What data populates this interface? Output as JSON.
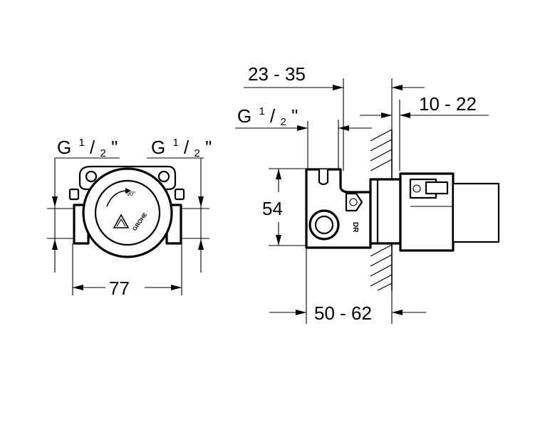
{
  "front_view": {
    "thread_left": {
      "main": "G",
      "num": "1",
      "sep": "/",
      "den": "2",
      "unit": "\""
    },
    "thread_right": {
      "main": "G",
      "num": "1",
      "sep": "/",
      "den": "2",
      "unit": "\""
    },
    "width_dim": "77",
    "dial_mark": "90°",
    "brand_text": "GROHE"
  },
  "side_view": {
    "top_dim": "23 - 35",
    "thread": {
      "main": "G",
      "num": "1",
      "sep": "/",
      "den": "2",
      "unit": "\""
    },
    "wall_dim": "10 - 22",
    "height_dim": "54",
    "depth_dim": "50 - 62",
    "body_mark": "DR"
  }
}
